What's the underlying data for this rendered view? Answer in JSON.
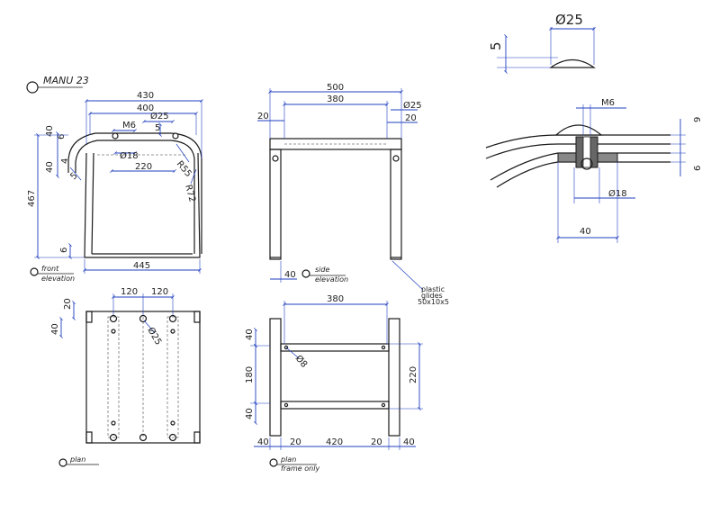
{
  "title": "MANU 23",
  "views": {
    "front": {
      "label_1": "front",
      "label_2": "elevation"
    },
    "side": {
      "label_1": "side",
      "label_2": "elevation"
    },
    "plan": {
      "label": "plan"
    },
    "plan_frame": {
      "label_1": "plan",
      "label_2": "frame only"
    }
  },
  "glide_note": {
    "line1": "plastic",
    "line2": "glides",
    "line3": "50x10x5"
  },
  "dims": {
    "front": {
      "w430": "430",
      "w400": "400",
      "m6": "M6",
      "d25": "Ø25",
      "v5": "5",
      "d18": "Ø18",
      "w220": "220",
      "r55": "R55",
      "r72": "R72",
      "h40a": "40",
      "h6a": "6",
      "h40b": "40",
      "h4": "4",
      "h5": "5",
      "h467": "467",
      "h6b": "6",
      "w445": "445"
    },
    "side": {
      "w500": "500",
      "w380": "380",
      "d25": "Ø25",
      "l20": "20",
      "r20": "20",
      "b40": "40"
    },
    "plan": {
      "w120a": "120",
      "w120b": "120",
      "h20": "20",
      "h40": "40",
      "d25": "Ø25"
    },
    "frame": {
      "w380": "380",
      "h40a": "40",
      "h180": "180",
      "h40b": "40",
      "h220": "220",
      "d8": "Ø8",
      "b40a": "40",
      "b20a": "20",
      "b420": "420",
      "b20b": "20",
      "b40b": "40"
    },
    "knob": {
      "d25": "Ø25",
      "h5": "5"
    },
    "section": {
      "m6": "M6",
      "h9": "9",
      "h6": "6",
      "d18": "Ø18",
      "w40": "40"
    }
  }
}
